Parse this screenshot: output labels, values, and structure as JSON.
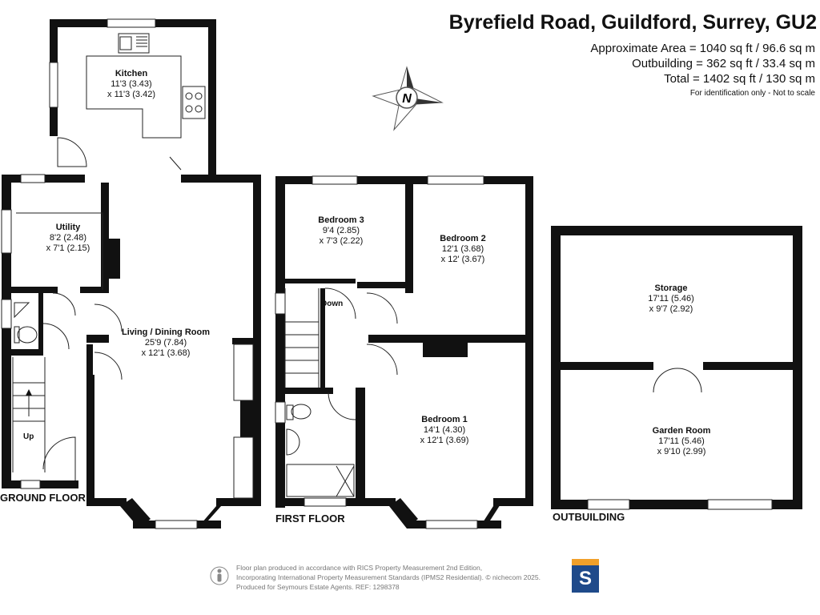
{
  "header": {
    "title": "Byrefield Road, Guildford, Surrey, GU2",
    "approx_area": "Approximate Area = 1040 sq ft / 96.6 sq m",
    "outbuilding_area": "Outbuilding = 362 sq ft / 33.4 sq m",
    "total_area": "Total = 1402 sq ft / 130 sq m",
    "disclaimer": "For identification only - Not to scale"
  },
  "compass": {
    "letter": "N"
  },
  "rooms": {
    "kitchen": {
      "name": "Kitchen",
      "dim1": "11'3 (3.43)",
      "dim2": "x 11'3 (3.42)"
    },
    "utility": {
      "name": "Utility",
      "dim1": "8'2 (2.48)",
      "dim2": "x 7'1 (2.15)"
    },
    "living": {
      "name": "Living / Dining Room",
      "dim1": "25'9 (7.84)",
      "dim2": "x 12'1 (3.68)"
    },
    "bedroom3": {
      "name": "Bedroom 3",
      "dim1": "9'4 (2.85)",
      "dim2": "x 7'3 (2.22)"
    },
    "bedroom2": {
      "name": "Bedroom 2",
      "dim1": "12'1 (3.68)",
      "dim2": "x 12' (3.67)"
    },
    "bedroom1": {
      "name": "Bedroom 1",
      "dim1": "14'1 (4.30)",
      "dim2": "x 12'1 (3.69)"
    },
    "storage": {
      "name": "Storage",
      "dim1": "17'11 (5.46)",
      "dim2": "x 9'7 (2.92)"
    },
    "garden_room": {
      "name": "Garden Room",
      "dim1": "17'11 (5.46)",
      "dim2": "x 9'10 (2.99)"
    }
  },
  "stair_labels": {
    "up": "Up",
    "down": "Down"
  },
  "floors": {
    "ground": "GROUND FLOOR",
    "first": "FIRST FLOOR",
    "outbuilding": "OUTBUILDING"
  },
  "footer": {
    "line1": "Floor plan produced in accordance with RICS Property Measurement 2nd Edition,",
    "line2": "Incorporating International Property Measurement Standards (IPMS2 Residential).  © nichecom 2025.",
    "line3": "Produced for Seymours Estate Agents.   REF: 1298378"
  },
  "logo": {
    "letter": "S"
  },
  "colors": {
    "wall": "#111111",
    "logo_blue": "#1f4a8a",
    "logo_orange": "#f1a02a"
  }
}
